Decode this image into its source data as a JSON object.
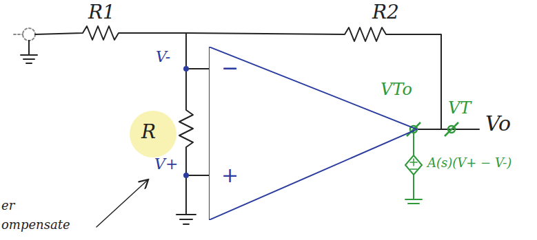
{
  "diagram": {
    "nodes": [
      {
        "text": [
          "−",
          "+"
        ]
      }
    ],
    "labels": [
      "R1",
      "R2",
      "V-",
      "V+",
      "R",
      "VTo",
      "VT",
      "Vo",
      "A(s)(V+ − V-)",
      "er",
      "ompensate"
    ]
  }
}
